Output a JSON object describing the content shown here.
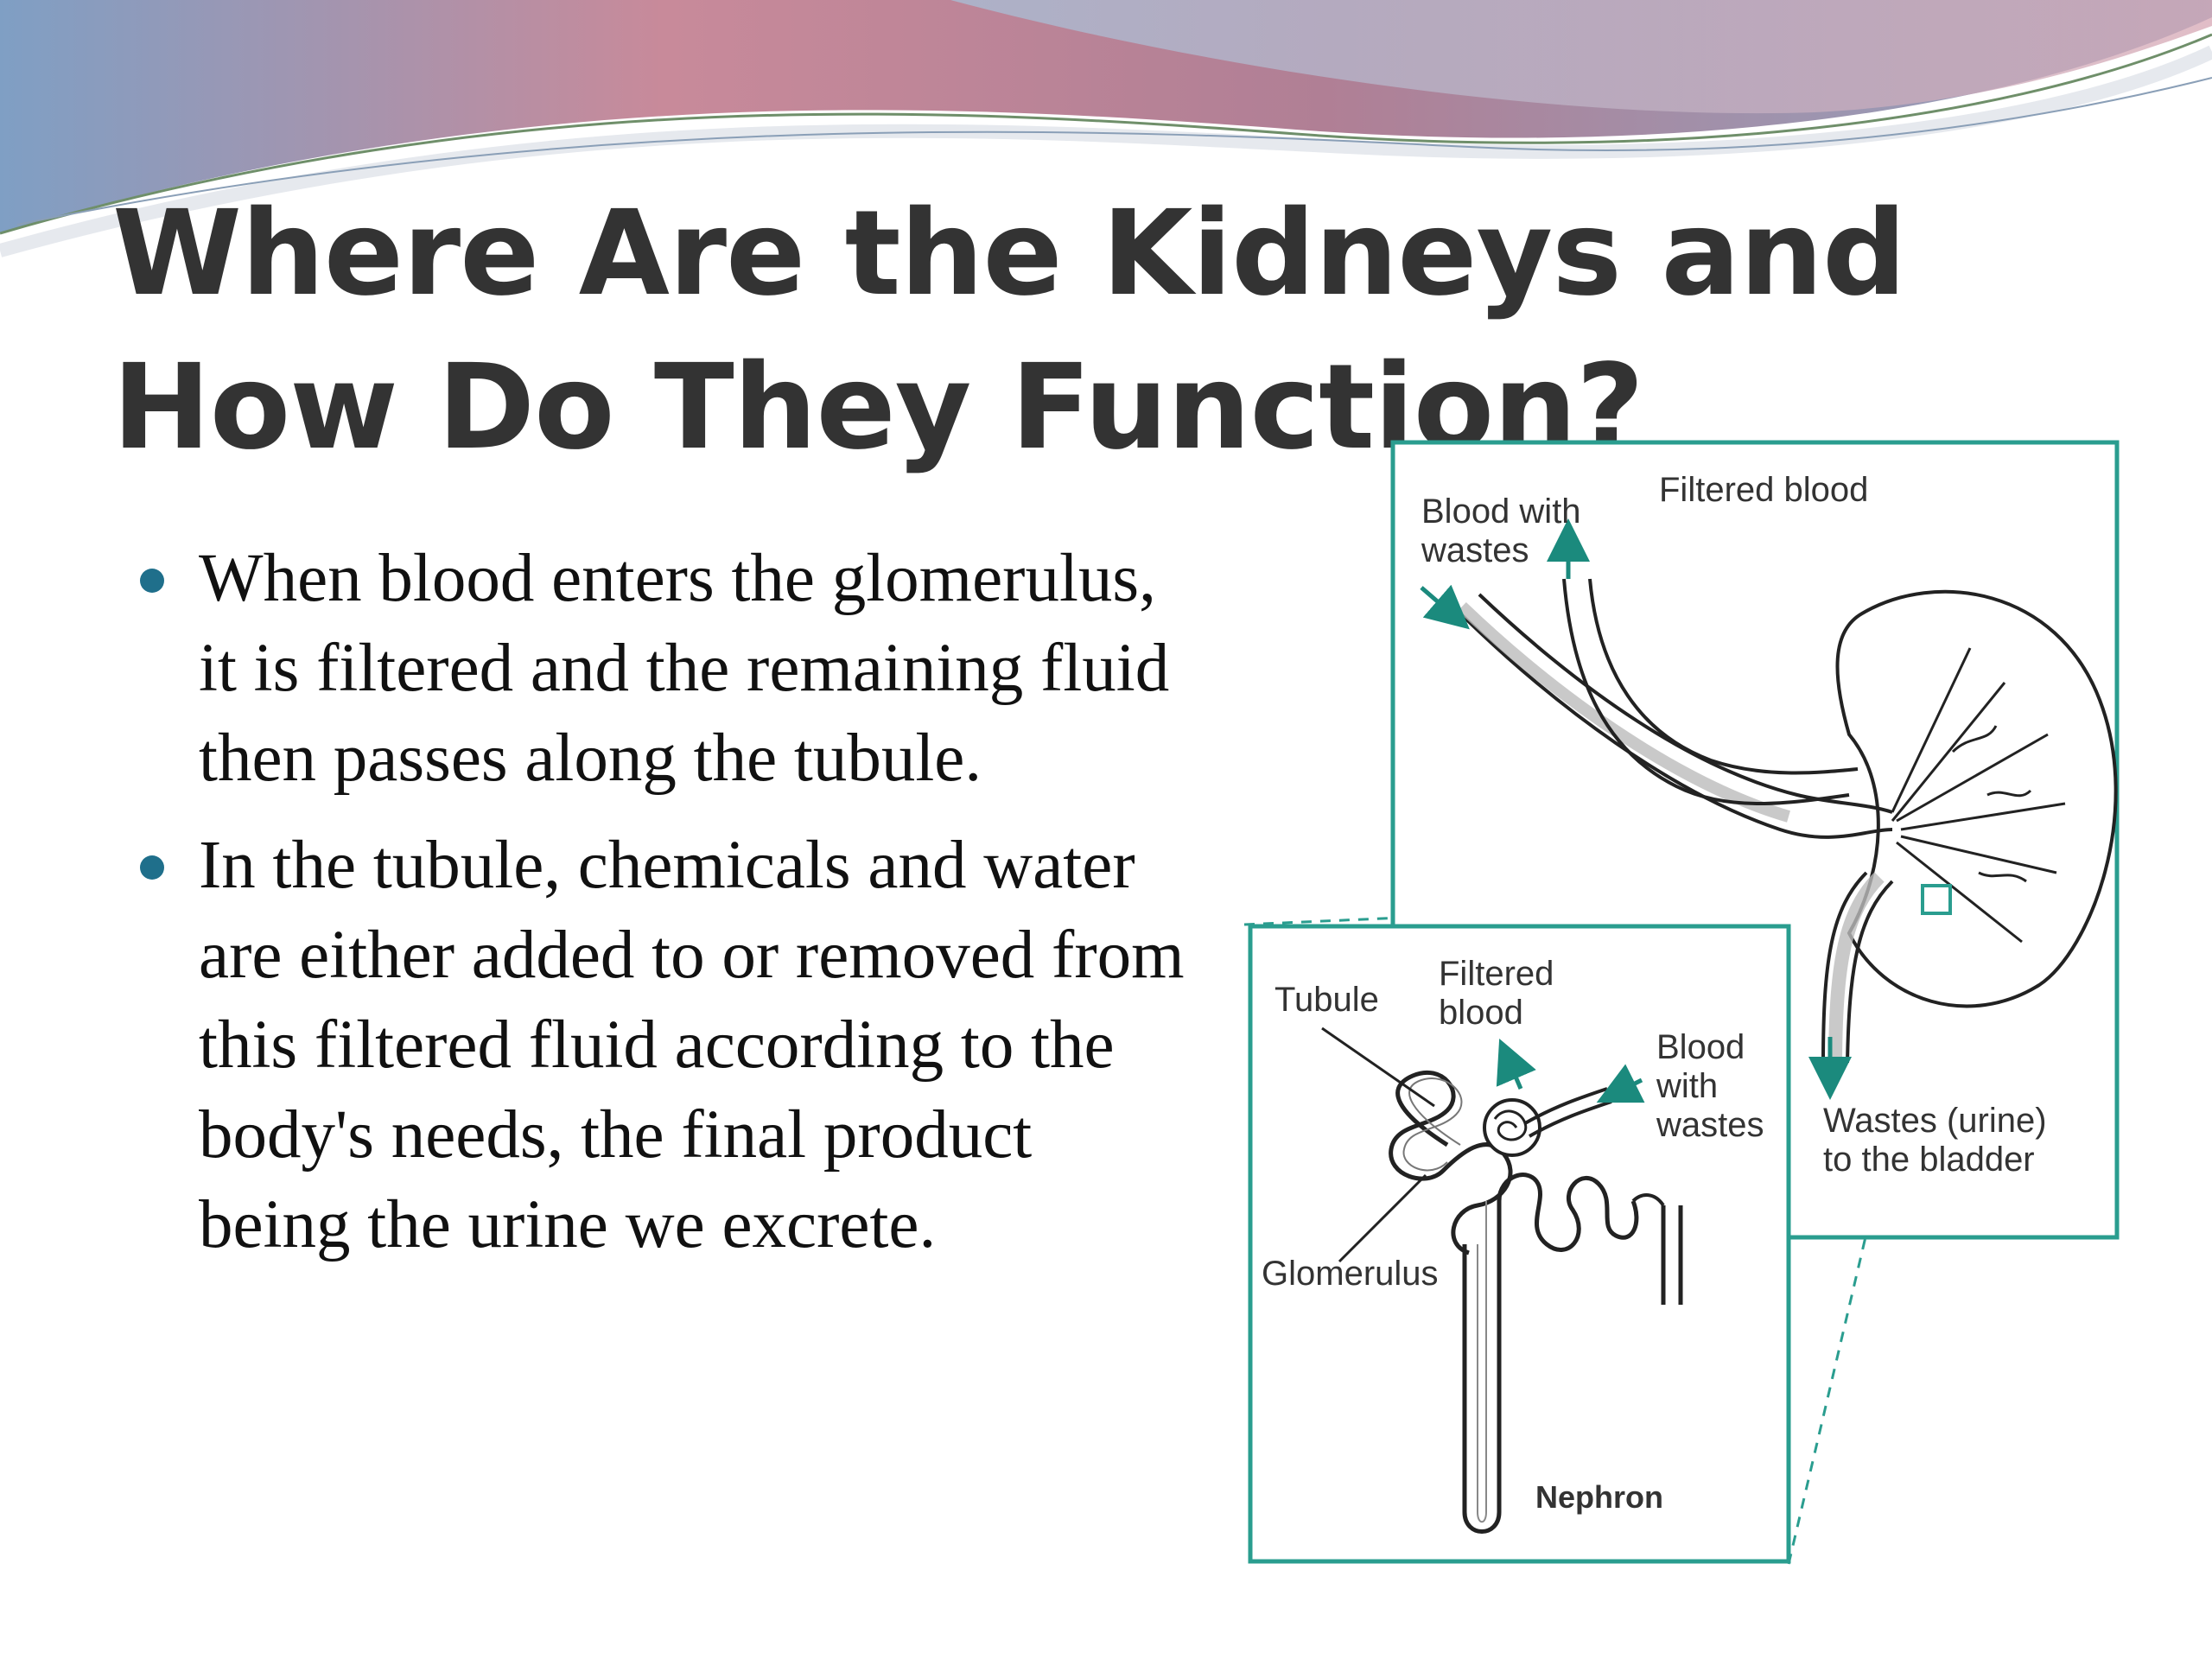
{
  "slide": {
    "title": "Where Are the Kidneys and How Do They Function?",
    "bullets": [
      "When blood enters the glomerulus, it is filtered and the remaining fluid then passes along the tubule.",
      "In the tubule, chemicals and water are either added to or removed from this filtered fluid according to the body's needs, the final product being the urine we excrete."
    ]
  },
  "figure": {
    "kidney_panel": {
      "blood_in_label_1": "Blood with",
      "blood_in_label_2": "wastes",
      "filtered_label": "Filtered blood",
      "urine_label_1": "Wastes (urine)",
      "urine_label_2": "to the bladder"
    },
    "nephron_panel": {
      "tubule_label": "Tubule",
      "filtered_label_1": "Filtered",
      "filtered_label_2": "blood",
      "blood_in_label_1": "Blood",
      "blood_in_label_2": "with",
      "blood_in_label_3": "wastes",
      "glomerulus_label": "Glomerulus",
      "nephron_label": "Nephron"
    }
  },
  "colors": {
    "accent": "#1f6f8b",
    "frame": "#2a9d8f",
    "title": "#333333"
  }
}
